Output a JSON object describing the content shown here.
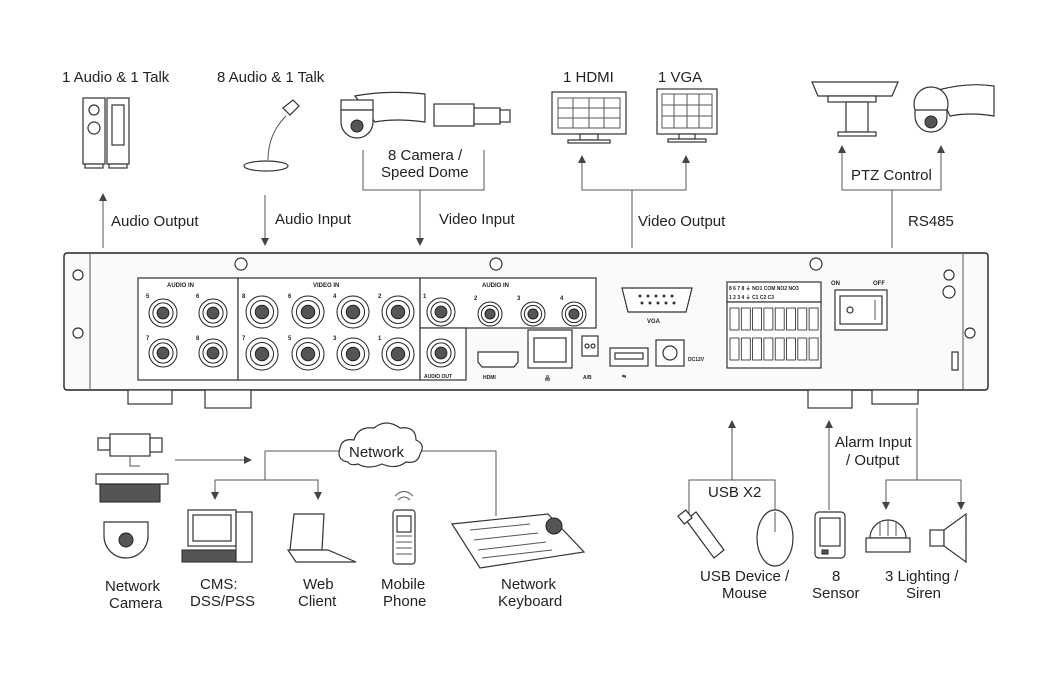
{
  "labels": {
    "audio_out_device": "1 Audio  & 1 Talk",
    "audio_in_device": "8 Audio & 1 Talk",
    "camera_line1": "8 Camera /",
    "camera_line2": "Speed Dome",
    "hdmi": "1 HDMI",
    "vga": "1 VGA",
    "ptz": "PTZ Control",
    "audio_output": "Audio  Output",
    "audio_input": "Audio  Input",
    "video_input": "Video Input",
    "video_output": "Video Output",
    "rs485": "RS485",
    "network": "Network",
    "usb_x2": "USB X2",
    "alarm_line1": "Alarm Input",
    "alarm_line2": "/ Output",
    "network_camera_l1": "Network",
    "network_camera_l2": "Camera",
    "cms_l1": "CMS:",
    "cms_l2": "DSS/PSS",
    "web_l1": "Web",
    "web_l2": "Client",
    "mobile_l1": "Mobile",
    "mobile_l2": "Phone",
    "keyboard_l1": "Network",
    "keyboard_l2": "Keyboard",
    "usb_dev_l1": "USB Device /",
    "usb_dev_l2": "Mouse",
    "sensor_l1": "8",
    "sensor_l2": "Sensor",
    "lighting_l1": "3 Lighting /",
    "lighting_l2": "Siren"
  },
  "panel": {
    "audio_in_left": "AUDIO IN",
    "video_in": "VIDEO IN",
    "audio_in_right": "AUDIO IN",
    "audio_out": "AUDIO OUT",
    "hdmi_port": "HDMI",
    "ab": "A/B",
    "vga_port": "VGA",
    "dc": "DC12V",
    "on": "ON",
    "off": "OFF",
    "alarm_top": "8  6  7  8  ⏚ NO1 COM NO2 NO3",
    "alarm_bottom": "1  2  3  4  ⏚  C1  C2  C3",
    "ain_nums": [
      "5",
      "6",
      "7",
      "8"
    ],
    "vin_nums_top": [
      "8",
      "6",
      "4",
      "2"
    ],
    "vin_nums_bottom": [
      "7",
      "5",
      "3",
      "1"
    ],
    "ain_right_nums": [
      "1",
      "2",
      "3",
      "4"
    ]
  }
}
